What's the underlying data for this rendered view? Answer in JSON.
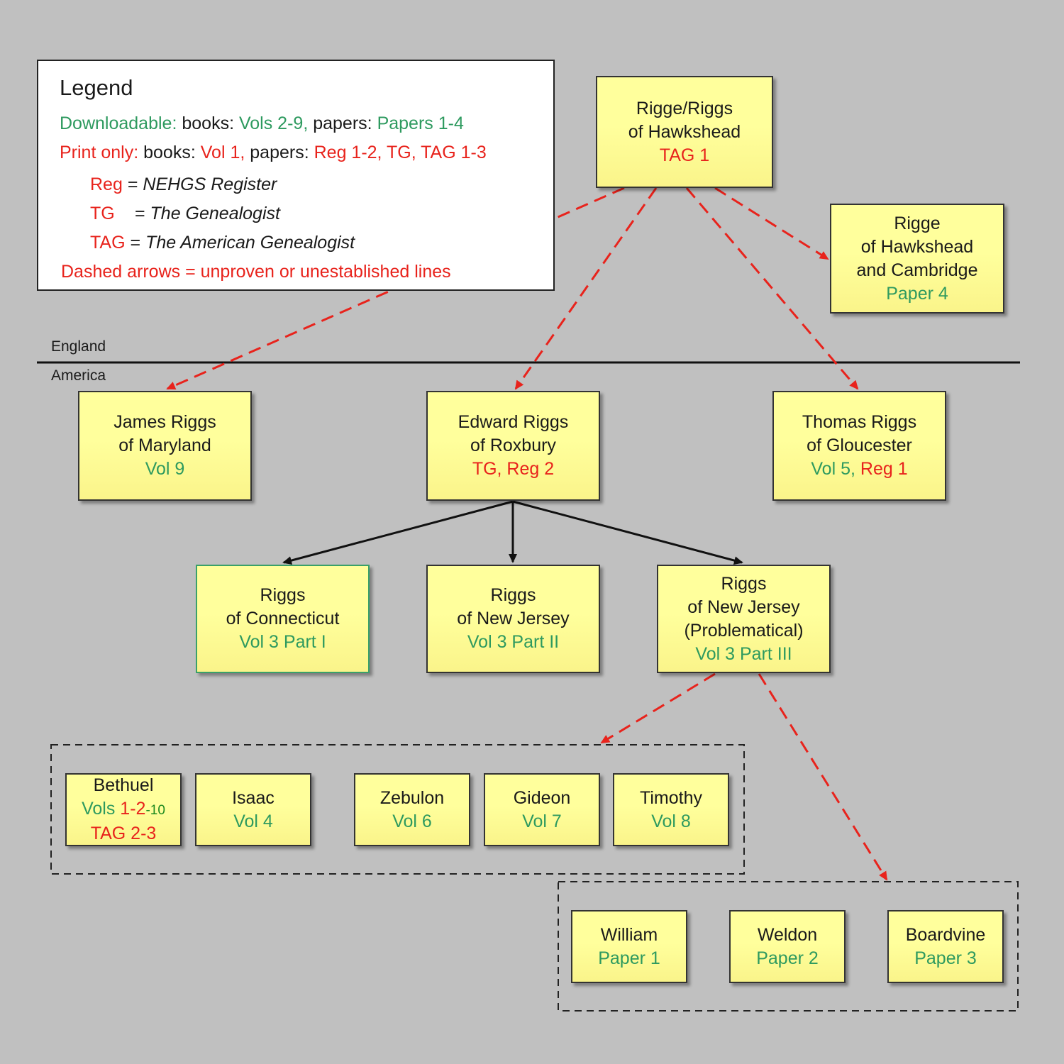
{
  "legend": {
    "title": "Legend",
    "downloadable": {
      "label": "Downloadable:",
      "books_label": "books:",
      "books_value": "Vols 2-9,",
      "papers_label": "papers:",
      "papers_value": "Papers 1-4"
    },
    "print_only": {
      "label": "Print only:",
      "books_label": "books:",
      "books_value": "Vol 1,",
      "papers_label": "papers:",
      "papers_value": "Reg 1-2, TG, TAG 1-3"
    },
    "abbrev": [
      {
        "code": "Reg",
        "eq": "=",
        "meaning": "NEHGS Register"
      },
      {
        "code": "TG",
        "eq": "=",
        "meaning": "The Genealogist"
      },
      {
        "code": "TAG",
        "eq": "=",
        "meaning": "The American Genealogist"
      }
    ],
    "dashed_note": "Dashed arrows = unproven or unestablished lines"
  },
  "regions": {
    "top": "England",
    "bottom": "America"
  },
  "colors": {
    "downloadable": "#2e9a5f",
    "print_only": "#e8231c",
    "box_fill": "#ffff9c",
    "background": "#c0c0c0"
  },
  "nodes": {
    "hawkshead": {
      "line1": "Rigge/Riggs",
      "line2": "of Hawkshead",
      "ref": "TAG 1"
    },
    "cambridge": {
      "line1": "Rigge",
      "line2": "of Hawkshead",
      "line3": "and Cambridge",
      "ref": "Paper 4"
    },
    "james": {
      "line1": "James Riggs",
      "line2": "of Maryland",
      "ref": "Vol 9"
    },
    "edward": {
      "line1": "Edward Riggs",
      "line2": "of Roxbury",
      "ref": "TG, Reg 2"
    },
    "thomas": {
      "line1": "Thomas Riggs",
      "line2": "of Gloucester",
      "ref_green": "Vol 5,",
      "ref_red": "Reg 1"
    },
    "connecticut": {
      "line1": "Riggs",
      "line2": "of Connecticut",
      "ref": "Vol 3 Part I"
    },
    "newjersey": {
      "line1": "Riggs",
      "line2": "of New Jersey",
      "ref": "Vol 3 Part II"
    },
    "newjersey_prob": {
      "line1": "Riggs",
      "line2": "of New Jersey",
      "line3": "(Problematical)",
      "ref": "Vol 3 Part III"
    },
    "bethuel": {
      "name": "Bethuel",
      "ref_a": "Vols",
      "ref_b": "1-2",
      "ref_c": "-10",
      "ref_tag": "TAG 2-3"
    },
    "isaac": {
      "name": "Isaac",
      "ref": "Vol 4"
    },
    "zebulon": {
      "name": "Zebulon",
      "ref": "Vol 6"
    },
    "gideon": {
      "name": "Gideon",
      "ref": "Vol 7"
    },
    "timothy": {
      "name": "Timothy",
      "ref": "Vol 8"
    },
    "william": {
      "name": "William",
      "ref": "Paper 1"
    },
    "weldon": {
      "name": "Weldon",
      "ref": "Paper 2"
    },
    "boardvine": {
      "name": "Boardvine",
      "ref": "Paper 3"
    }
  }
}
